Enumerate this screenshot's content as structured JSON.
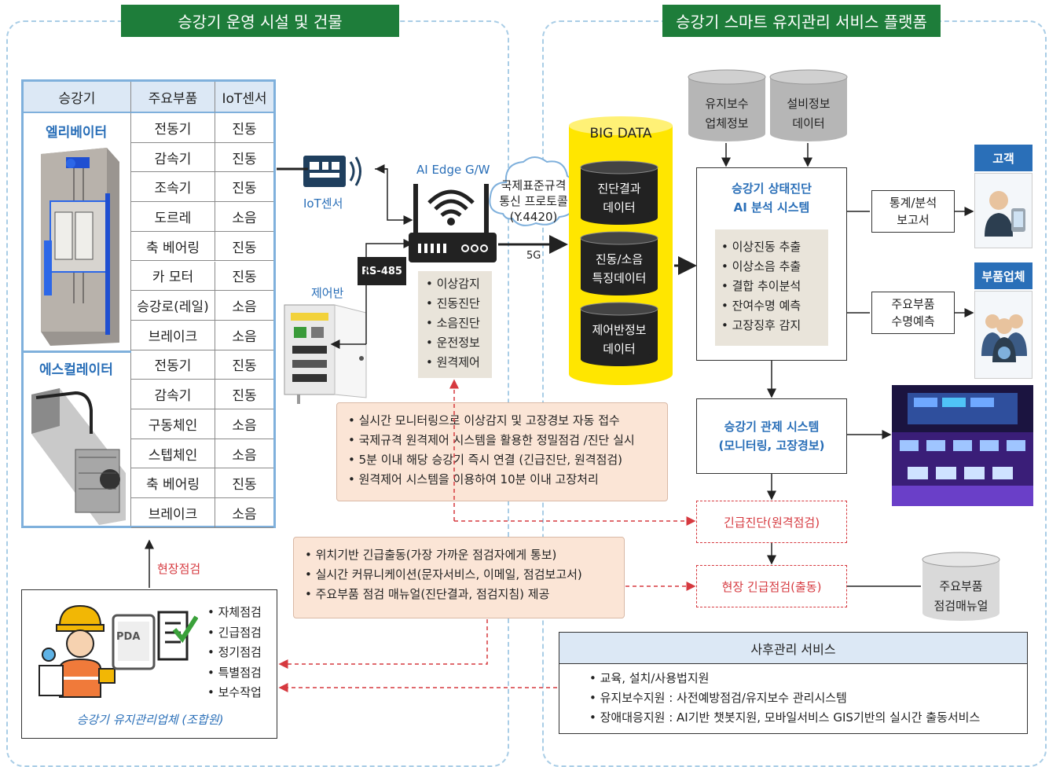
{
  "left_section": {
    "title": "승강기 운영 시설 및 건물",
    "table": {
      "headers": [
        "승강기",
        "주요부품",
        "IoT센서"
      ],
      "categories": [
        "엘리베이터",
        "에스컬레이터"
      ],
      "rows": [
        {
          "part": "전동기",
          "sensor": "진동"
        },
        {
          "part": "감속기",
          "sensor": "진동"
        },
        {
          "part": "조속기",
          "sensor": "진동"
        },
        {
          "part": "도르레",
          "sensor": "소음"
        },
        {
          "part": "축 베어링",
          "sensor": "진동"
        },
        {
          "part": "카 모터",
          "sensor": "진동"
        },
        {
          "part": "승강로(레일)",
          "sensor": "소음"
        },
        {
          "part": "브레이크",
          "sensor": "소음"
        },
        {
          "part": "전동기",
          "sensor": "진동"
        },
        {
          "part": "감속기",
          "sensor": "진동"
        },
        {
          "part": "구동체인",
          "sensor": "소음"
        },
        {
          "part": "스텝체인",
          "sensor": "소음"
        },
        {
          "part": "축 베어링",
          "sensor": "진동"
        },
        {
          "part": "브레이크",
          "sensor": "소음"
        }
      ]
    },
    "iot_sensor_label": "IoT센서",
    "control_panel_label": "제어반",
    "rs485_label": "RS-485",
    "edge_label": "AI Edge G/W",
    "edge_functions": [
      "이상감지",
      "진동진단",
      "소음진단",
      "운전정보",
      "원격제어"
    ],
    "protocol": {
      "line1": "국제표준규격",
      "line2": "통신 프로토콜",
      "line3": "(Y.4420)"
    },
    "link_5g": "5G",
    "field_inspection_label": "현장점검",
    "company_box": {
      "pda_label": "PDA",
      "items": [
        "자체점검",
        "긴급점검",
        "정기점검",
        "특별점검",
        "보수작업"
      ],
      "caption": "승강기 유지관리업체 (조합원)"
    },
    "notice_1": [
      "실시간 모니터링으로 이상감지 및 고장경보 자동 접수",
      "국제규격 원격제어 시스템을 활용한 정밀점검 /진단 실시",
      "5분 이내 해당 승강기 즉시 연결 (긴급진단, 원격점검)",
      "원격제어 시스템을 이용하여 10분 이내 고장처리"
    ],
    "notice_2": [
      "위치기반 긴급출동(가장 가까운 점검자에게 통보)",
      "실시간 커뮤니케이션(문자서비스, 이메일, 점검보고서)",
      "주요부품 점검 매뉴얼(진단결과, 점검지침) 제공"
    ]
  },
  "right_section": {
    "title": "승강기 스마트 유지관리 서비스 플랫폼",
    "big_data": {
      "title": "BIG DATA",
      "stores": [
        {
          "line1": "진단결과",
          "line2": "데이터"
        },
        {
          "line1": "진동/소음",
          "line2": "특징데이터"
        },
        {
          "line1": "제어반정보",
          "line2": "데이터"
        }
      ]
    },
    "db_maintenance": {
      "line1": "유지보수",
      "line2": "업체정보"
    },
    "db_equipment": {
      "line1": "설비정보",
      "line2": "데이터"
    },
    "diagnosis": {
      "title1": "승강기 상태진단",
      "title2": "AI 분석 시스템",
      "items": [
        "이상진동 추출",
        "이상소음 추출",
        "결합 추이분석",
        "잔여수명 예측",
        "고장징후 감지"
      ]
    },
    "report": {
      "line1": "통계/분석",
      "line2": "보고서"
    },
    "lifetime": {
      "line1": "주요부품",
      "line2": "수명예측"
    },
    "customer_tag": "고객",
    "parts_tag": "부품업체",
    "control_system": {
      "line1": "승강기 관제 시스템",
      "line2": "(모니터링, 고장경보)"
    },
    "emergency_diag": "긴급진단(원격점검)",
    "field_emergency": "현장 긴급점검(출동)",
    "manual_db": {
      "line1": "주요부품",
      "line2": "점검매뉴얼"
    },
    "after_service": {
      "title": "사후관리 서비스",
      "items": [
        "교육, 설치/사용법지원",
        "유지보수지원 : 사전예방점검/유지보수 관리시스템",
        "장애대응지원 : AI기반 챗봇지원, 모바일서비스 GIS기반의 실시간 출동서비스"
      ]
    }
  }
}
